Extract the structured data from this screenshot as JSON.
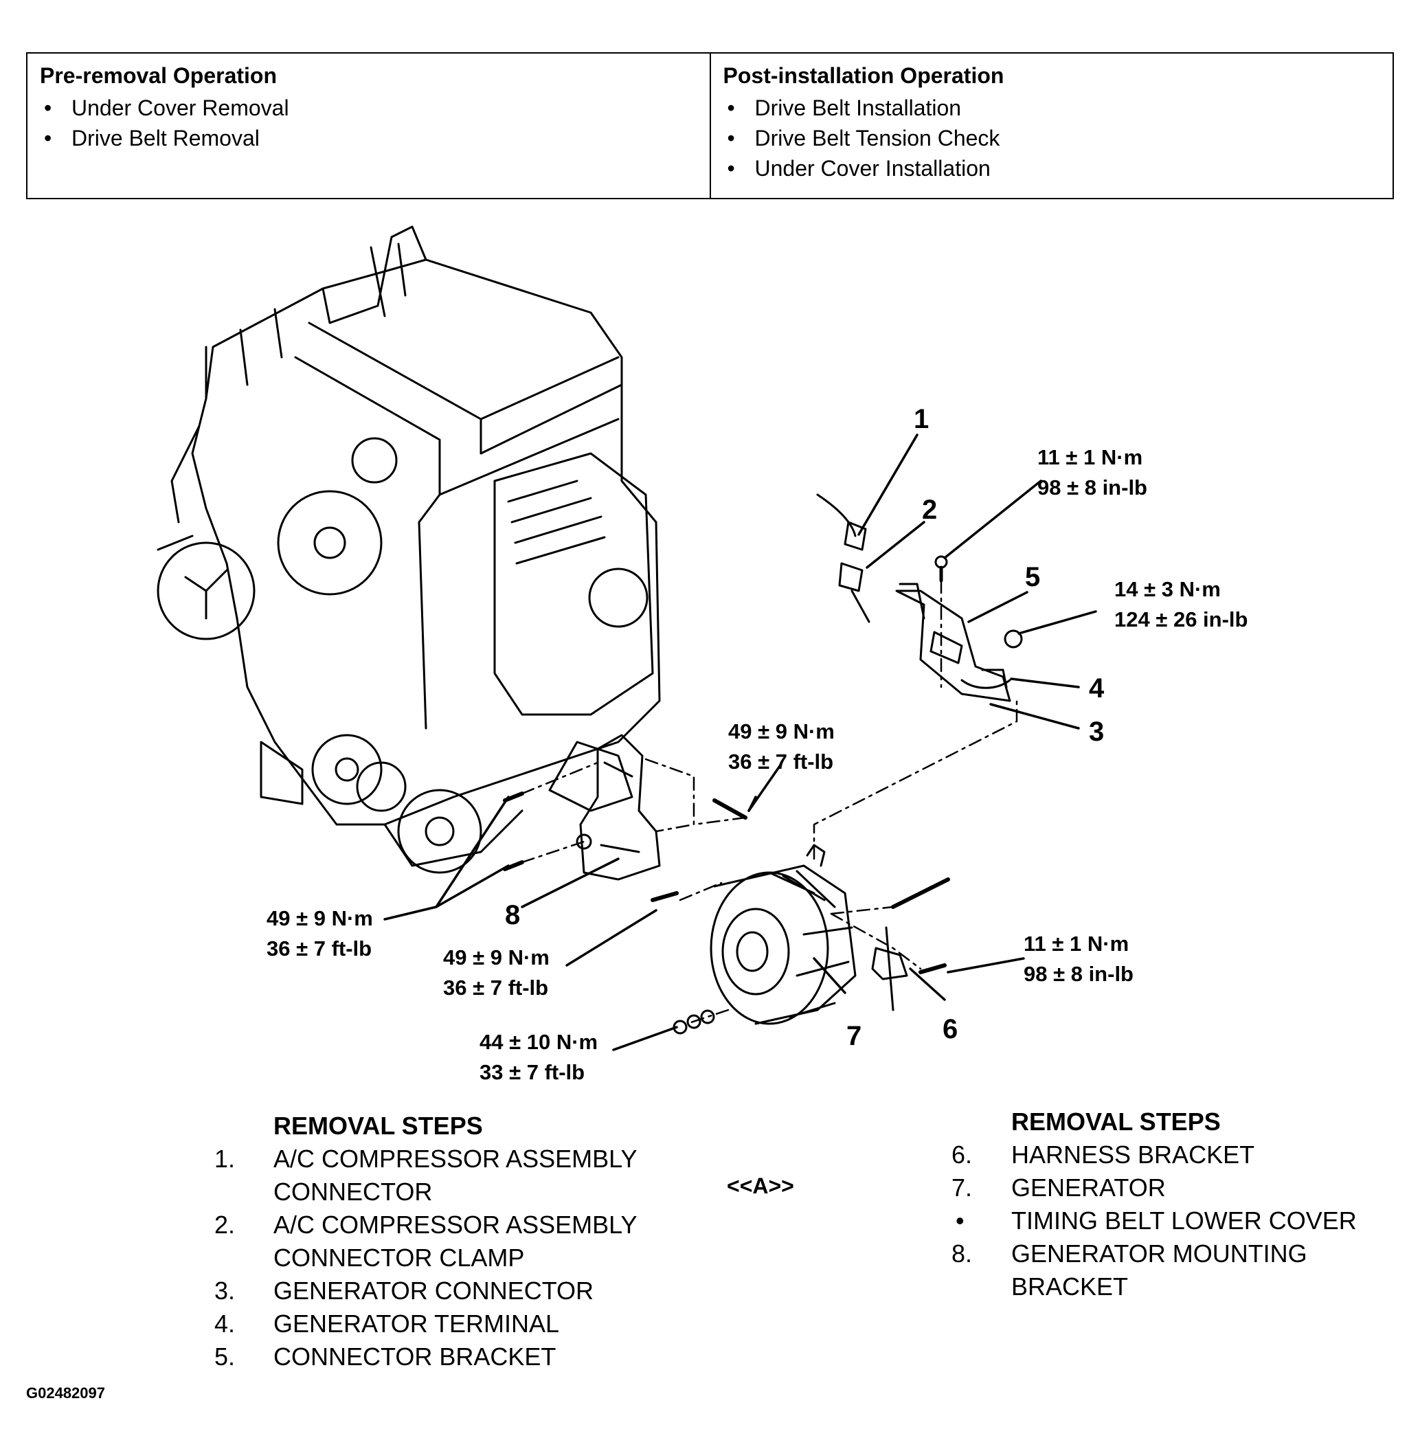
{
  "operations": {
    "pre_removal": {
      "heading": "Pre-removal Operation",
      "items": [
        "Under Cover Removal",
        "Drive Belt Removal"
      ]
    },
    "post_installation": {
      "heading": "Post-installation Operation",
      "items": [
        "Drive Belt Installation",
        "Drive Belt Tension Check",
        "Under Cover Installation"
      ]
    }
  },
  "callouts": [
    "1",
    "2",
    "3",
    "4",
    "5",
    "6",
    "7",
    "8"
  ],
  "torques": {
    "t_1_top": {
      "nm": "11 ± 1 N·m",
      "imp": "98 ± 8 in-lb"
    },
    "t_5": {
      "nm": "14 ± 3 N·m",
      "imp": "124 ± 26 in-lb"
    },
    "t_bracket": {
      "nm": "49 ± 9 N·m",
      "imp": "36 ± 7 ft-lb"
    },
    "t_left": {
      "nm": "49 ± 9 N·m",
      "imp": "36 ± 7 ft-lb"
    },
    "t_gen_bolt": {
      "nm": "49 ± 9 N·m",
      "imp": "36 ± 7 ft-lb"
    },
    "t_6": {
      "nm": "11 ± 1 N·m",
      "imp": "98 ± 8 in-lb"
    },
    "t_nut": {
      "nm": "44 ± 10 N·m",
      "imp": "33 ± 7 ft-lb"
    }
  },
  "removal_steps_left": {
    "heading": "REMOVAL STEPS",
    "steps": [
      {
        "num": "1.",
        "line1": "A/C COMPRESSOR ASSEMBLY",
        "line2": "CONNECTOR"
      },
      {
        "num": "2.",
        "line1": "A/C COMPRESSOR ASSEMBLY",
        "line2": "CONNECTOR CLAMP"
      },
      {
        "num": "3.",
        "line1": "GENERATOR CONNECTOR",
        "line2": ""
      },
      {
        "num": "4.",
        "line1": "GENERATOR TERMINAL",
        "line2": ""
      },
      {
        "num": "5.",
        "line1": "CONNECTOR BRACKET",
        "line2": ""
      }
    ]
  },
  "note_a": "<<A>>",
  "removal_steps_right": {
    "heading": "REMOVAL STEPS",
    "steps": [
      {
        "num": "6.",
        "line1": "HARNESS BRACKET",
        "line2": ""
      },
      {
        "num": "7.",
        "line1": "GENERATOR",
        "line2": ""
      },
      {
        "num": "•",
        "line1": "TIMING BELT LOWER COVER",
        "line2": ""
      },
      {
        "num": "8.",
        "line1": "GENERATOR MOUNTING",
        "line2": "BRACKET"
      }
    ]
  },
  "figure_id": "G02482097"
}
